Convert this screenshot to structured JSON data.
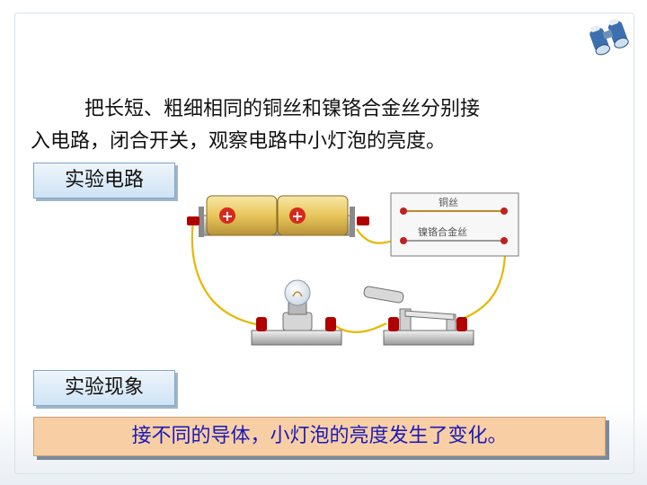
{
  "intro": {
    "line1": "把长短、粗细相同的铜丝和镍铬合金丝分别接",
    "line2": "入电路，闭合开关，观察电路中小灯泡的亮度。"
  },
  "labels": {
    "circuit": "实验电路",
    "phenomenon": "实验现象"
  },
  "diagram": {
    "copper_label": "铜丝",
    "nichrome_label": "镍铬合金丝",
    "battery_symbol": "+"
  },
  "result": "接不同的导体，小灯泡的亮度发生了变化。",
  "colors": {
    "result_bg": "#f8cfa4",
    "result_text": "#1a1ab8",
    "label_bg": "#cfe3f5",
    "wire": "#e6b800"
  }
}
